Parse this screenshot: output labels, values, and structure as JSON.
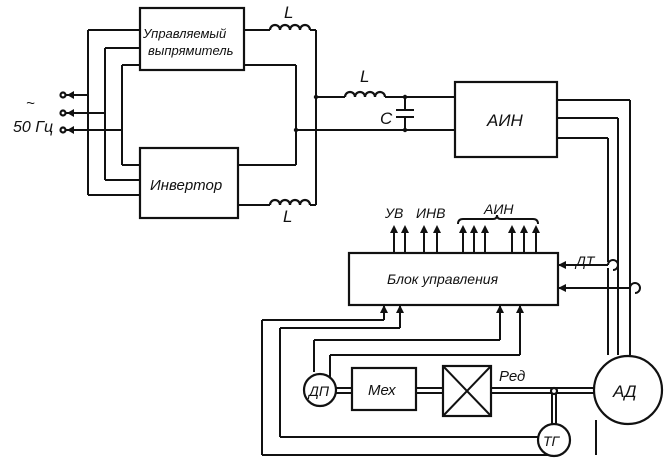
{
  "labels": {
    "rectifier_line1": "Управляемый",
    "rectifier_line2": "выпрямитель",
    "inverter": "Инвертор",
    "inductor_top": "L",
    "inductor_mid": "L",
    "inductor_bottom": "L",
    "capacitor": "C",
    "voltage_inverter": "АИН",
    "control_unit": "Блок управления",
    "out_uv": "УВ",
    "out_inv": "ИНВ",
    "out_ain": "АИН",
    "current_sensor": "ДТ",
    "position_sensor": "ДП",
    "mechanism": "Мех",
    "gearbox": "Ред",
    "motor": "АД",
    "tachogenerator": "ТГ",
    "supply_tilde": "~",
    "supply": "50 Гц"
  },
  "colors": {
    "ink": "#111111",
    "paper": "#ffffff"
  }
}
